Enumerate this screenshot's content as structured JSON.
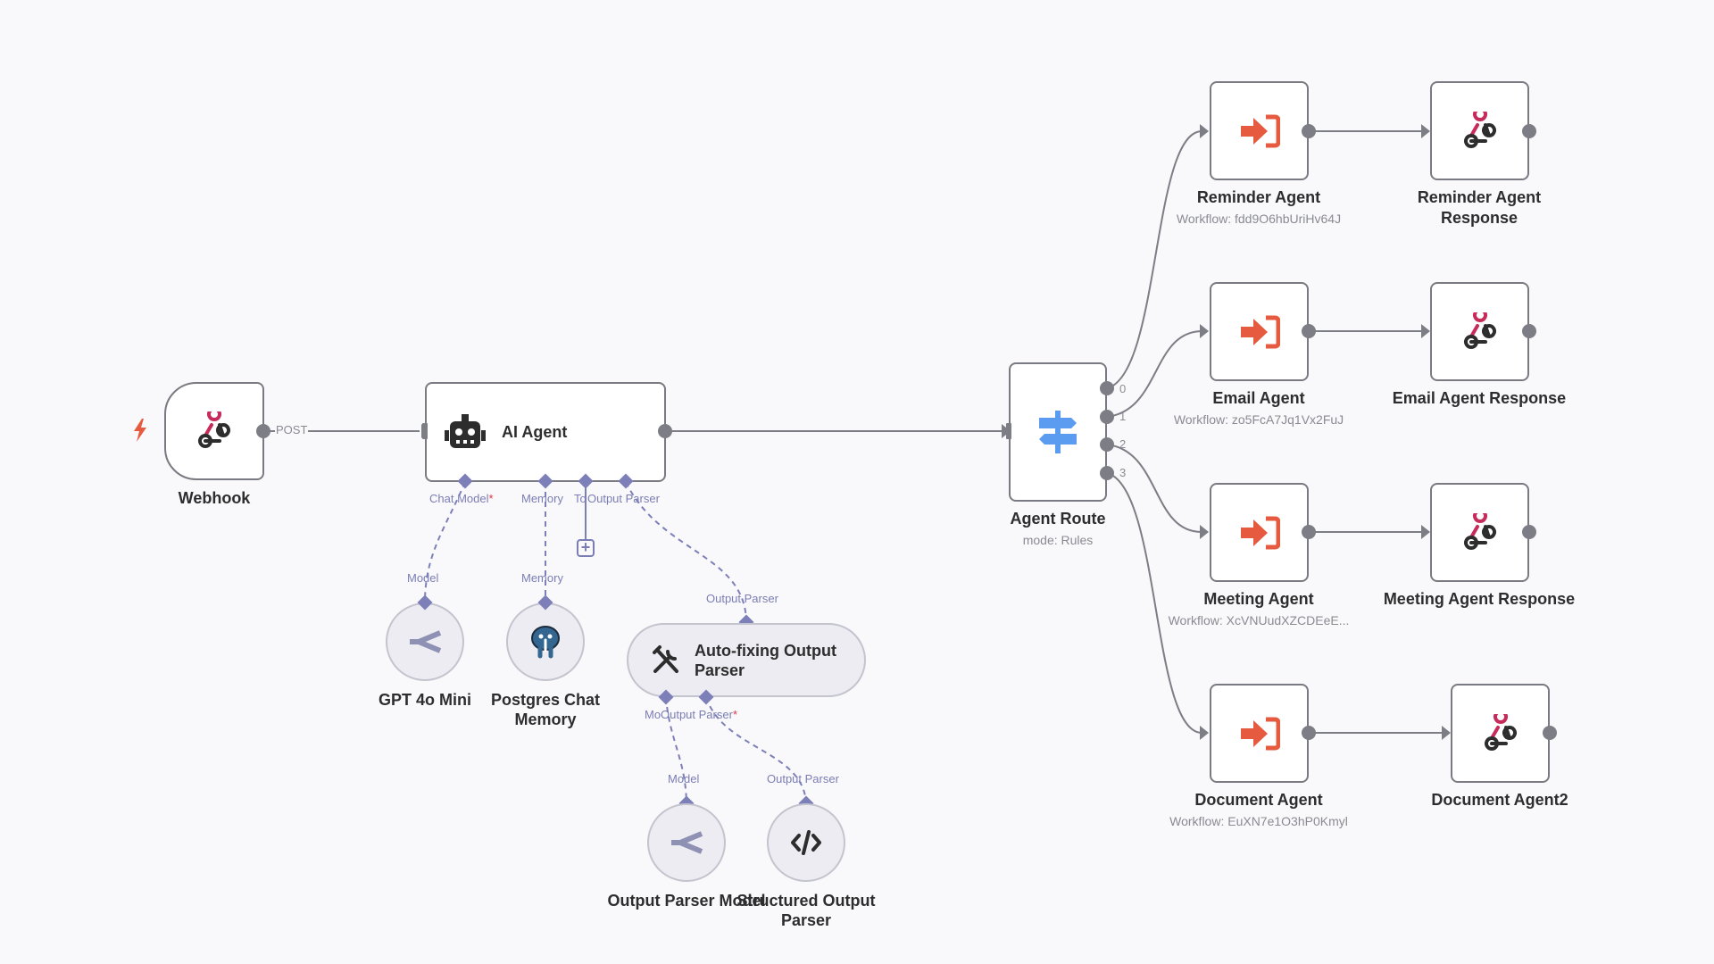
{
  "colors": {
    "accent": "#e65b40",
    "webhook_pink": "#c72b5a",
    "route_blue": "#5b9bf0",
    "ai_port": "#7d7fb8",
    "edge": "#7d7d86"
  },
  "nodes": {
    "webhook": {
      "title": "Webhook",
      "icon": "webhook-icon",
      "edge_label": "POST"
    },
    "ai_agent": {
      "title": "AI Agent",
      "icon": "robot-icon",
      "ports": {
        "chat_model": "Chat Model",
        "memory": "Memory",
        "tool": "To",
        "output_parser": "Output Parser"
      },
      "required_mark": "*"
    },
    "gpt": {
      "title": "GPT 4o Mini",
      "port": "Model",
      "icon": "openai-icon"
    },
    "postgres": {
      "title_line1": "Postgres Chat",
      "title_line2": "Memory",
      "port": "Memory",
      "icon": "postgres-icon"
    },
    "autofix": {
      "title_line1": "Auto-fixing Output",
      "title_line2": "Parser",
      "port": "Output Parser",
      "icon": "tools-icon",
      "ports": {
        "model": "Mo",
        "output_parser": "Output Parser"
      },
      "required_mark": "*"
    },
    "parser_model": {
      "title": "Output Parser Model",
      "port": "Model",
      "icon": "openai-icon"
    },
    "structured": {
      "title_line1": "Structured Output",
      "title_line2": "Parser",
      "port": "Output Parser",
      "icon": "code-icon"
    },
    "router": {
      "title": "Agent Route",
      "subtitle": "mode: Rules",
      "icon": "signpost-icon",
      "outputs": [
        "0",
        "1",
        "2",
        "3"
      ]
    },
    "reminder_agent": {
      "title": "Reminder Agent",
      "subtitle": "Workflow: fdd9O6hbUriHv64J",
      "icon": "sign-in-icon"
    },
    "reminder_resp": {
      "title_line1": "Reminder Agent",
      "title_line2": "Response",
      "icon": "webhook-icon"
    },
    "email_agent": {
      "title": "Email Agent",
      "subtitle": "Workflow: zo5FcA7Jq1Vx2FuJ",
      "icon": "sign-in-icon"
    },
    "email_resp": {
      "title": "Email Agent Response",
      "icon": "webhook-icon"
    },
    "meeting_agent": {
      "title": "Meeting Agent",
      "subtitle": "Workflow: XcVNUudXZCDEeE...",
      "icon": "sign-in-icon"
    },
    "meeting_resp": {
      "title": "Meeting Agent Response",
      "icon": "webhook-icon"
    },
    "document_agent": {
      "title": "Document Agent",
      "subtitle": "Workflow: EuXN7e1O3hP0Kmyl",
      "icon": "sign-in-icon"
    },
    "document_resp": {
      "title": "Document Agent2",
      "icon": "webhook-icon"
    }
  }
}
